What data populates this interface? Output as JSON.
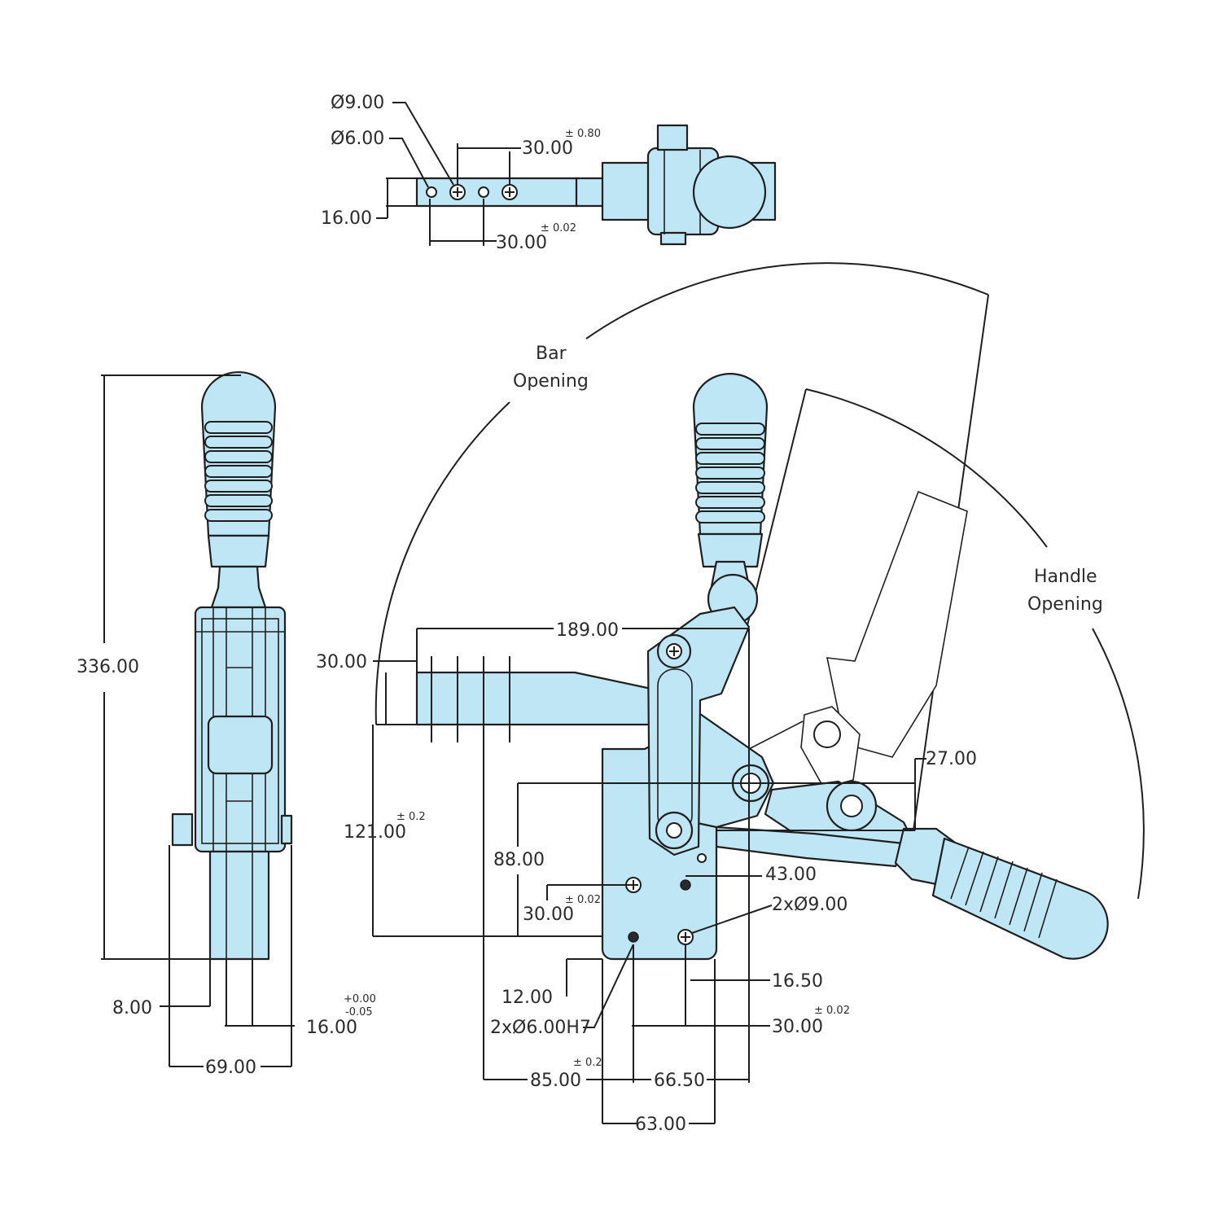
{
  "labels": {
    "bar_opening": [
      "Bar",
      "Opening"
    ],
    "handle_opening": [
      "Handle",
      "Opening"
    ]
  },
  "colors": {
    "part_fill": "#bfe6f5",
    "line": "#1f1f1f",
    "text": "#2b2b2b"
  },
  "top_view": {
    "hole_large": "Ø9.00",
    "hole_small": "Ø6.00",
    "spacing_upper": "30.00",
    "spacing_upper_tol": "± 0.80",
    "spacing_lower": "30.00",
    "spacing_lower_tol": "± 0.02",
    "bar_width": "16.00"
  },
  "side_view": {
    "height": "336.00",
    "slot_offset": "8.00",
    "slot_width": "16.00",
    "slot_tol_plus": "+0.00",
    "slot_tol_minus": "-0.05",
    "base_width": "69.00"
  },
  "front_view": {
    "overall_length": "189.00",
    "bar_height": "30.00",
    "pivot_height": "121.00",
    "pivot_height_tol": "± 0.2",
    "hole_height": "88.00",
    "hole_spacing_v": "30.00",
    "hole_spacing_v_tol": "± 0.02",
    "handle_offset": "27.00",
    "pivot_offset": "43.00",
    "large_holes": "2xØ9.00",
    "edge_offset": "16.50",
    "bottom_offset": "12.00",
    "dowel_holes": "2xØ6.00H7",
    "hole_spacing_h": "30.00",
    "hole_spacing_h_tol": "± 0.02",
    "bar_to_hole": "85.00",
    "bar_to_hole_tol": "± 0.2",
    "hole_to_edge": "66.50",
    "base_width": "63.00"
  }
}
